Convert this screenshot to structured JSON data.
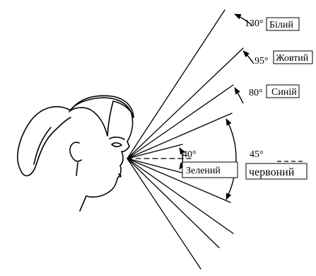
{
  "angles": [
    {
      "value": "130°",
      "color_label": "Білий"
    },
    {
      "value": "95°",
      "color_label": "Жовтий"
    },
    {
      "value": "80°",
      "color_label": "Синій"
    },
    {
      "value": "45°",
      "color_label": "червоний"
    },
    {
      "value": "40°",
      "color_label": "Зелений"
    }
  ]
}
